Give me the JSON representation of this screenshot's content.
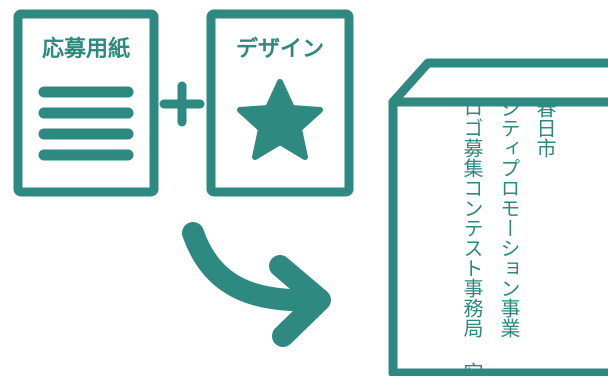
{
  "colors": {
    "accent": "#2e8a80",
    "background": "#ffffff"
  },
  "form_card": {
    "title": "応募用紙",
    "icon": "document-lines-icon"
  },
  "plus": {
    "icon": "plus-icon"
  },
  "design_card": {
    "title": "デザイン",
    "icon": "star-icon"
  },
  "arrow": {
    "icon": "curved-arrow-icon"
  },
  "envelope": {
    "icon": "envelope-icon",
    "address_line1": "春日市",
    "address_line2": "シティプロモーション事業",
    "address_line3": "ロゴ募集コンテスト事務局 宛"
  }
}
